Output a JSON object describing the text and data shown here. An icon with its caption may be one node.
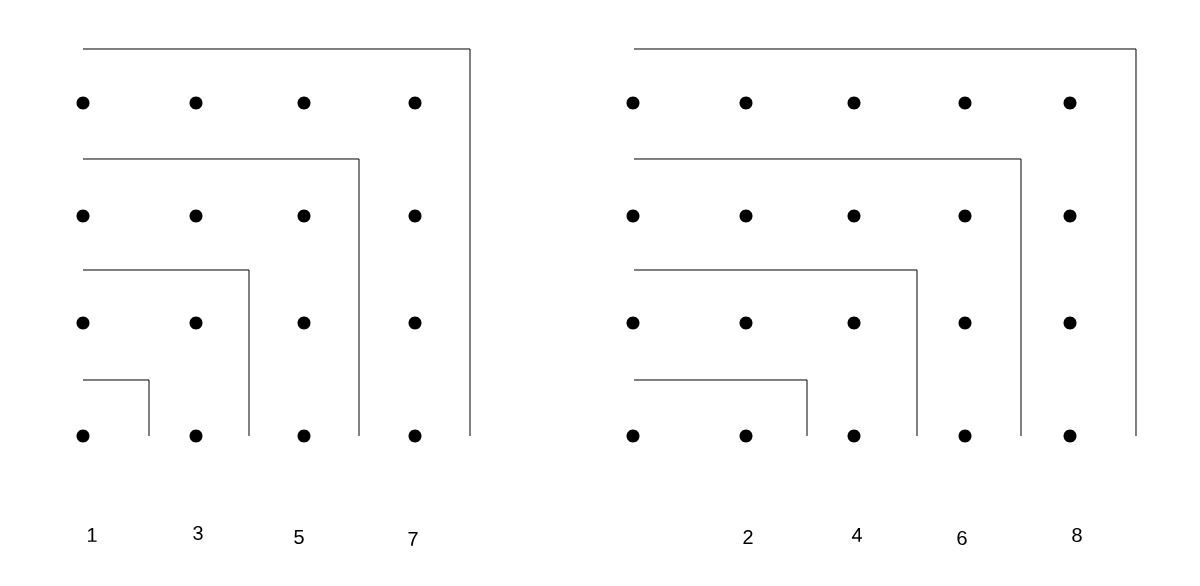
{
  "diagram": {
    "labels": [
      "1",
      "3",
      "5",
      "7",
      "2",
      "4",
      "6",
      "8"
    ]
  }
}
